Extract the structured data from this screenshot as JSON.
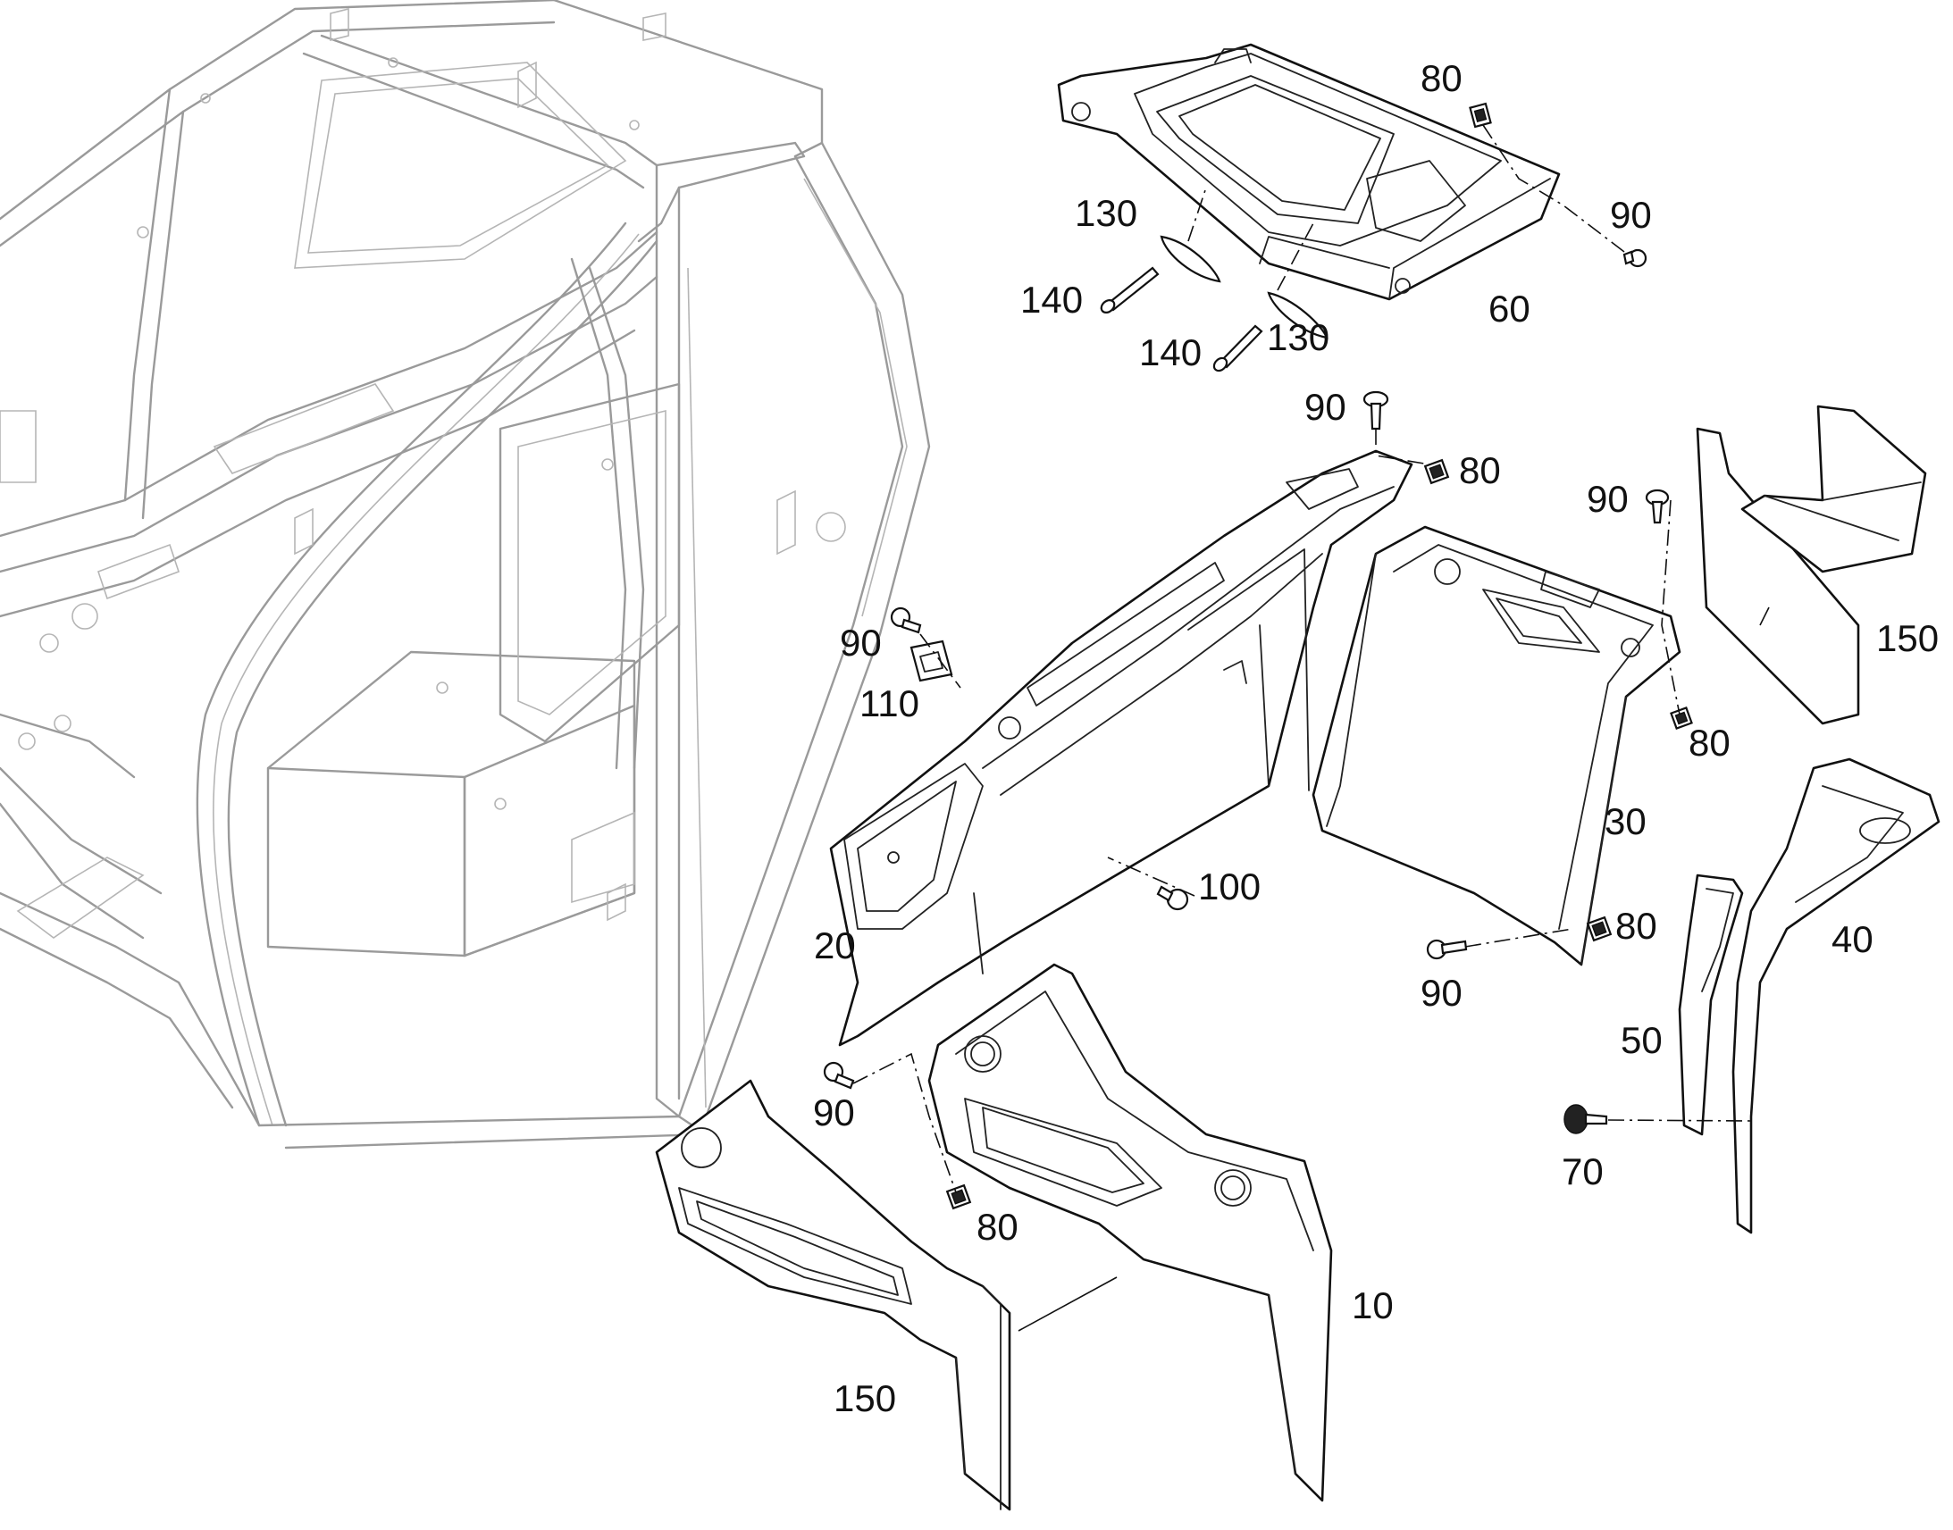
{
  "callouts": [
    {
      "id": "c80-top",
      "text": "80"
    },
    {
      "id": "c130-a",
      "text": "130"
    },
    {
      "id": "c90-top",
      "text": "90"
    },
    {
      "id": "c140-a",
      "text": "140"
    },
    {
      "id": "c140-b",
      "text": "140"
    },
    {
      "id": "c130-b",
      "text": "130"
    },
    {
      "id": "c60",
      "text": "60"
    },
    {
      "id": "c90-mid",
      "text": "90"
    },
    {
      "id": "c80-mid",
      "text": "80"
    },
    {
      "id": "c90-right",
      "text": "90"
    },
    {
      "id": "c150-right",
      "text": "150"
    },
    {
      "id": "c90-left",
      "text": "90"
    },
    {
      "id": "c110",
      "text": "110"
    },
    {
      "id": "c80-right",
      "text": "80"
    },
    {
      "id": "c30",
      "text": "30"
    },
    {
      "id": "c100",
      "text": "100"
    },
    {
      "id": "c20",
      "text": "20"
    },
    {
      "id": "c80-low",
      "text": "80"
    },
    {
      "id": "c40",
      "text": "40"
    },
    {
      "id": "c90-low",
      "text": "90"
    },
    {
      "id": "c50",
      "text": "50"
    },
    {
      "id": "c90-bottom",
      "text": "90"
    },
    {
      "id": "c70",
      "text": "70"
    },
    {
      "id": "c80-bottom",
      "text": "80"
    },
    {
      "id": "c10",
      "text": "10"
    },
    {
      "id": "c150-bottom",
      "text": "150"
    }
  ]
}
